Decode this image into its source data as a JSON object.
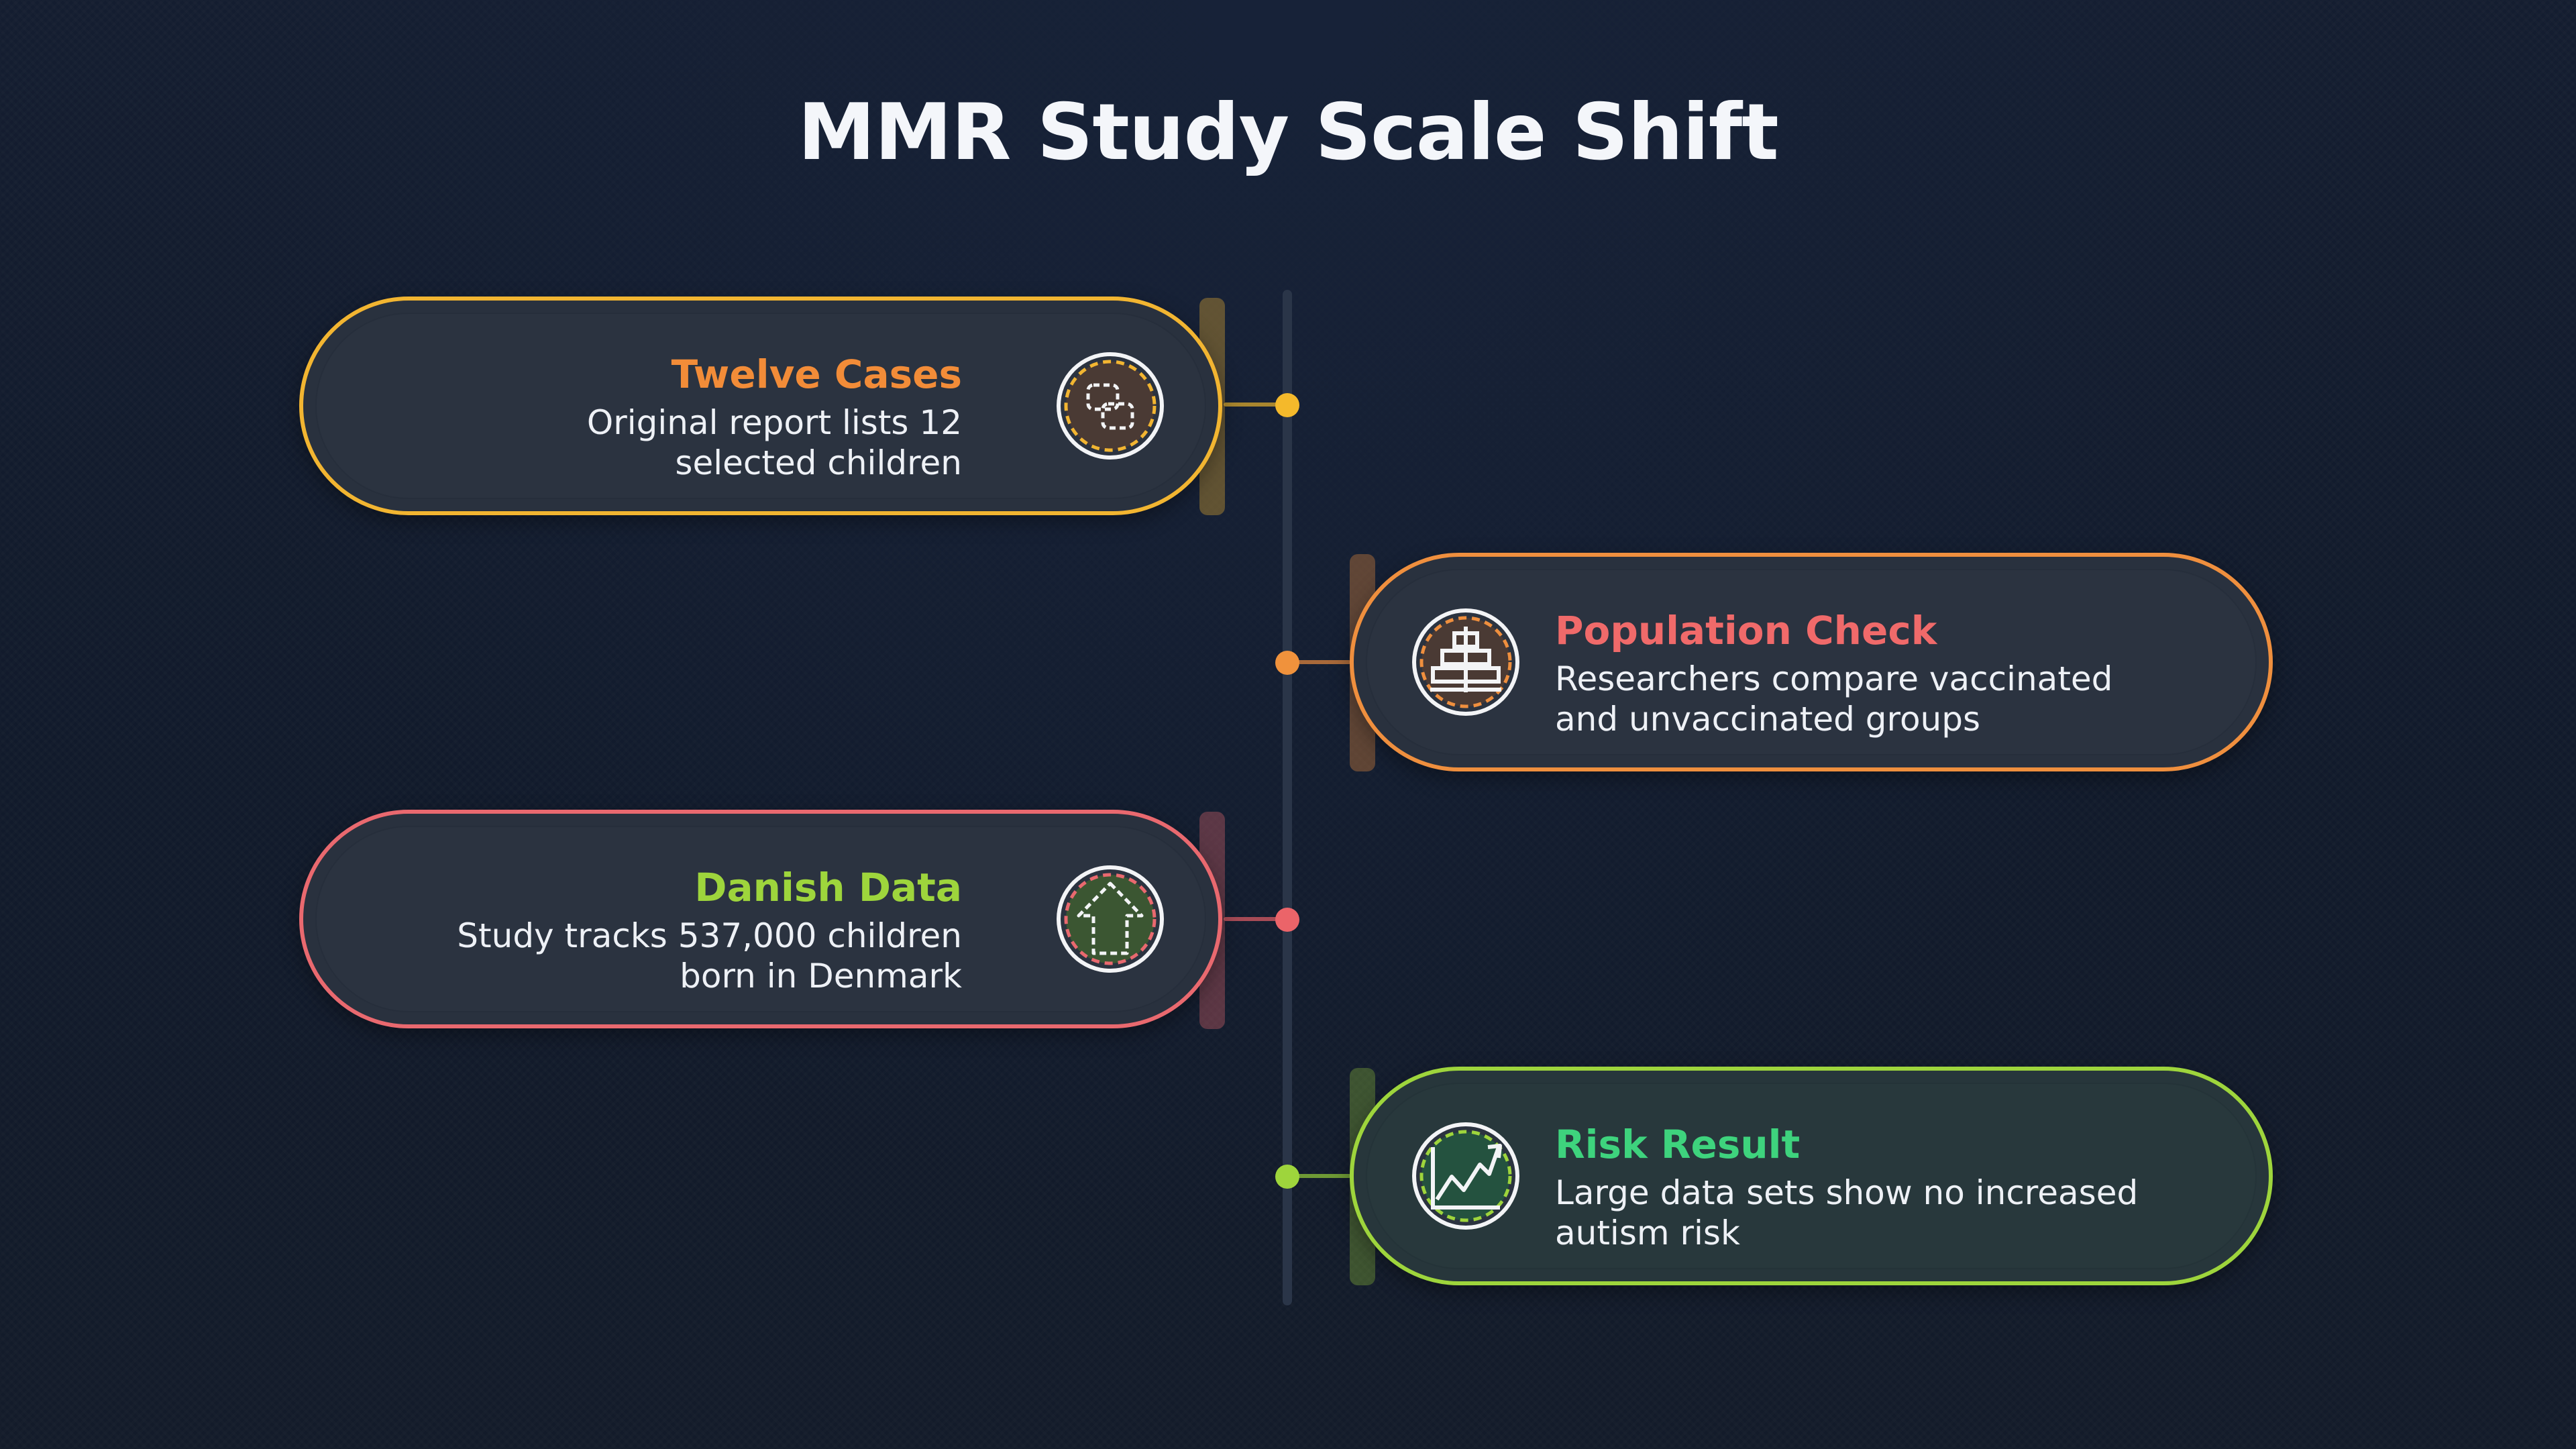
{
  "title": "MMR Study Scale Shift",
  "steps": [
    {
      "heading": "Twelve Cases",
      "desc_line1": "Original report lists 12",
      "desc_line2": "selected children",
      "side": "left",
      "border_color": "#f2b531",
      "heading_color": "#f28c38",
      "icon": "linked-squares-icon"
    },
    {
      "heading": "Population Check",
      "desc_line1": "Researchers compare vaccinated",
      "desc_line2": "and unvaccinated groups",
      "side": "right",
      "border_color": "#ef8f3e",
      "heading_color": "#f06a6a",
      "icon": "population-bars-icon"
    },
    {
      "heading": "Danish Data",
      "desc_line1": "Study tracks 537,000 children",
      "desc_line2": "born in Denmark",
      "side": "left",
      "border_color": "#e9696f",
      "heading_color": "#9ed53c",
      "icon": "upload-arrow-icon"
    },
    {
      "heading": "Risk Result",
      "desc_line1": "Large data sets show no increased",
      "desc_line2": "autism risk",
      "side": "right",
      "border_color": "#9ed53c",
      "heading_color": "#3ed37d",
      "icon": "trend-chart-icon"
    }
  ]
}
